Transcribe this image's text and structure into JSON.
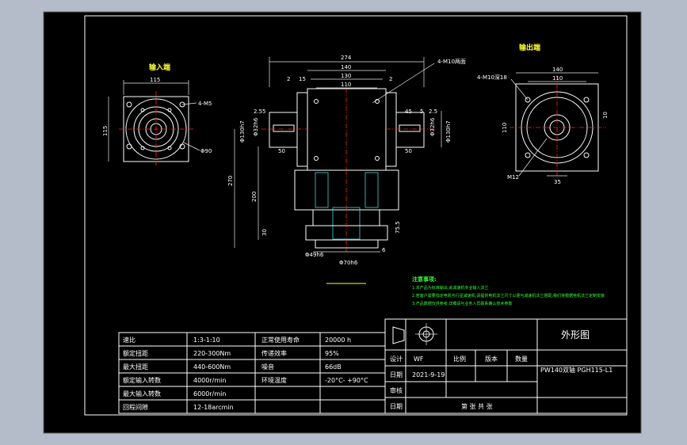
{
  "colors": {
    "viewport_bg": "#b3bcc8",
    "sheet_bg": "#000000",
    "line": "#ffffff",
    "accent_yellow": "#ffff33",
    "note_green": "#33ff33",
    "center_red": "#ff2020",
    "hatch_cyan": "#3fd9d9"
  },
  "views": {
    "input_title": "输入端",
    "output_title": "输出端",
    "input_dims": {
      "width": "115",
      "height": "115",
      "holes": "4-M5",
      "pcd": "Φ90"
    },
    "front_dims": {
      "overall": "274",
      "span_140": "140",
      "span_130": "130",
      "span_110": "110",
      "left_2": "2",
      "left_15": "15",
      "right_2": "2",
      "hole_callout": "4-M10两面",
      "left_2_5": "2.5",
      "left_5": "5",
      "left_50": "50",
      "right_45": "45",
      "right_5": "5",
      "right_2_5": "2.5",
      "right_50": "50",
      "dia_left_outer": "Φ130h7",
      "dia_left_inner": "Φ32h6",
      "dia_right_inner": "Φ32h6",
      "dia_right_outer": "Φ130h7",
      "v_270": "270",
      "v_200": "200",
      "v_30": "30",
      "v_75": "75.5",
      "v_6": "6",
      "dia_bot1": "Φ49h6",
      "dia_bot2": "Φ70h6"
    },
    "output_dims": {
      "span_140": "140",
      "span_110": "110",
      "holes": "4-M10深18",
      "side_10": "10",
      "side_110": "110",
      "thread": "M12",
      "key_35": "35"
    }
  },
  "notes": {
    "title": "注意事项:",
    "lines": [
      "1.本产品为标准输出,此减速机专业输入法兰",
      "2.若客户需要指定电机与行星减速机,请提供电机法兰尺寸以便与减速机法兰搭配,我们将根据电机法兰定制安装",
      "3.产品数据仅供参考,详细请与业务人员联系确认技术参数"
    ]
  },
  "specs": [
    {
      "k1": "速比",
      "v1": "1:3-1:10",
      "k2": "正常使用寿命",
      "v2": "20000 h"
    },
    {
      "k1": "额定扭距",
      "v1": "220-300Nm",
      "k2": "传递效率",
      "v2": "95%"
    },
    {
      "k1": "最大扭距",
      "v1": "440-600Nm",
      "k2": "噪音",
      "v2": "66dB"
    },
    {
      "k1": "额定输入转数",
      "v1": "4000r/min",
      "k2": "环境温度",
      "v2": "-20°C- +90°C"
    },
    {
      "k1": "最大输入转数",
      "v1": "6000r/min",
      "k2": "",
      "v2": ""
    },
    {
      "k1": "回程间隙",
      "v1": "12-18arcmin",
      "k2": "",
      "v2": ""
    }
  ],
  "title_block": {
    "drawing_title": "外形图",
    "design_label": "设计",
    "design_value": "WF",
    "date_label": "日期",
    "date_value": "2021-9-19",
    "scale_label": "比例",
    "version_label": "版本",
    "qty_label": "数量",
    "model": "PW140双轴 PGH115-L1",
    "review_label": "审核",
    "date2_label": "日期",
    "sheet_label": "第 张 共 张"
  }
}
